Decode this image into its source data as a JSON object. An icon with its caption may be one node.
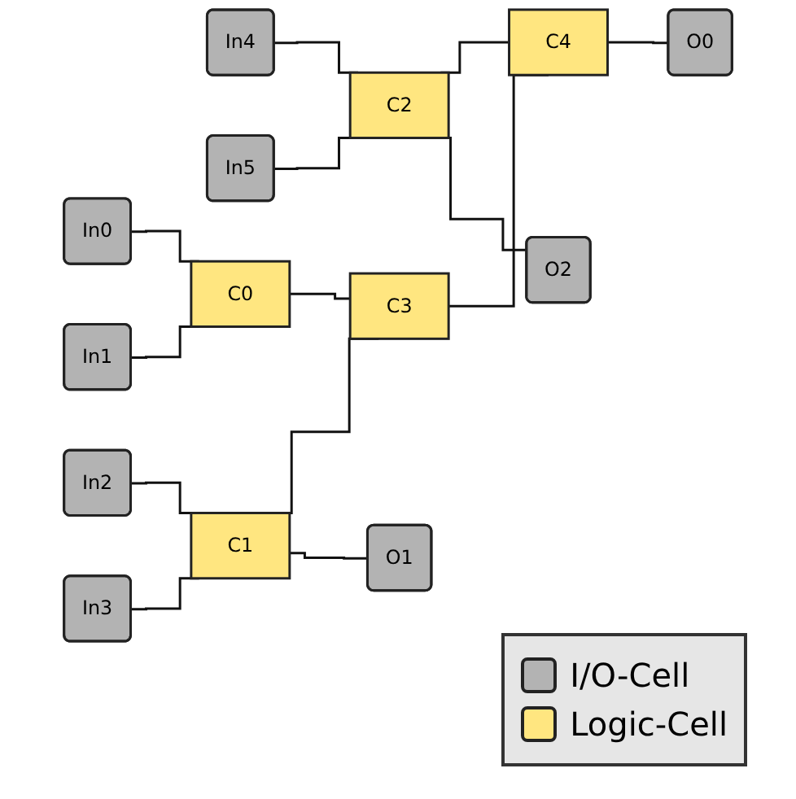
{
  "diagram": {
    "nodes": [
      {
        "text": [
          "In0"
        ]
      },
      {
        "text": [
          "In1"
        ]
      },
      {
        "text": [
          "In2"
        ]
      },
      {
        "text": [
          "In3"
        ]
      },
      {
        "text": [
          "In4"
        ]
      },
      {
        "text": [
          "In5"
        ]
      },
      {
        "text": [
          "C0"
        ]
      },
      {
        "text": [
          "C1"
        ]
      },
      {
        "text": [
          "C2"
        ]
      },
      {
        "text": [
          "C3"
        ]
      },
      {
        "text": [
          "C4"
        ]
      },
      {
        "text": [
          "O0"
        ]
      },
      {
        "text": [
          "O1"
        ]
      },
      {
        "text": [
          "O2"
        ]
      }
    ],
    "edges": [
      {
        "from": 0,
        "to": 6,
        "arrow": "none"
      },
      {
        "from": 1,
        "to": 6,
        "arrow": "none"
      },
      {
        "from": 2,
        "to": 7,
        "arrow": "none"
      },
      {
        "from": 3,
        "to": 7,
        "arrow": "none"
      },
      {
        "from": 4,
        "to": 8,
        "arrow": "none"
      },
      {
        "from": 5,
        "to": 8,
        "arrow": "none"
      },
      {
        "from": 6,
        "to": 9,
        "arrow": "none"
      },
      {
        "from": 7,
        "to": 9,
        "arrow": "none"
      },
      {
        "from": 7,
        "to": 12,
        "arrow": "none"
      },
      {
        "from": 9,
        "to": 10,
        "arrow": "none"
      },
      {
        "from": 8,
        "to": 10,
        "arrow": "none"
      },
      {
        "from": 8,
        "to": 13,
        "arrow": "none"
      },
      {
        "from": 10,
        "to": 11,
        "arrow": "none"
      }
    ],
    "legend": [
      {
        "text": "I/O-Cell",
        "color": "#b3b3b3"
      },
      {
        "text": "Logic-Cell",
        "color": "#ffe680"
      }
    ]
  }
}
